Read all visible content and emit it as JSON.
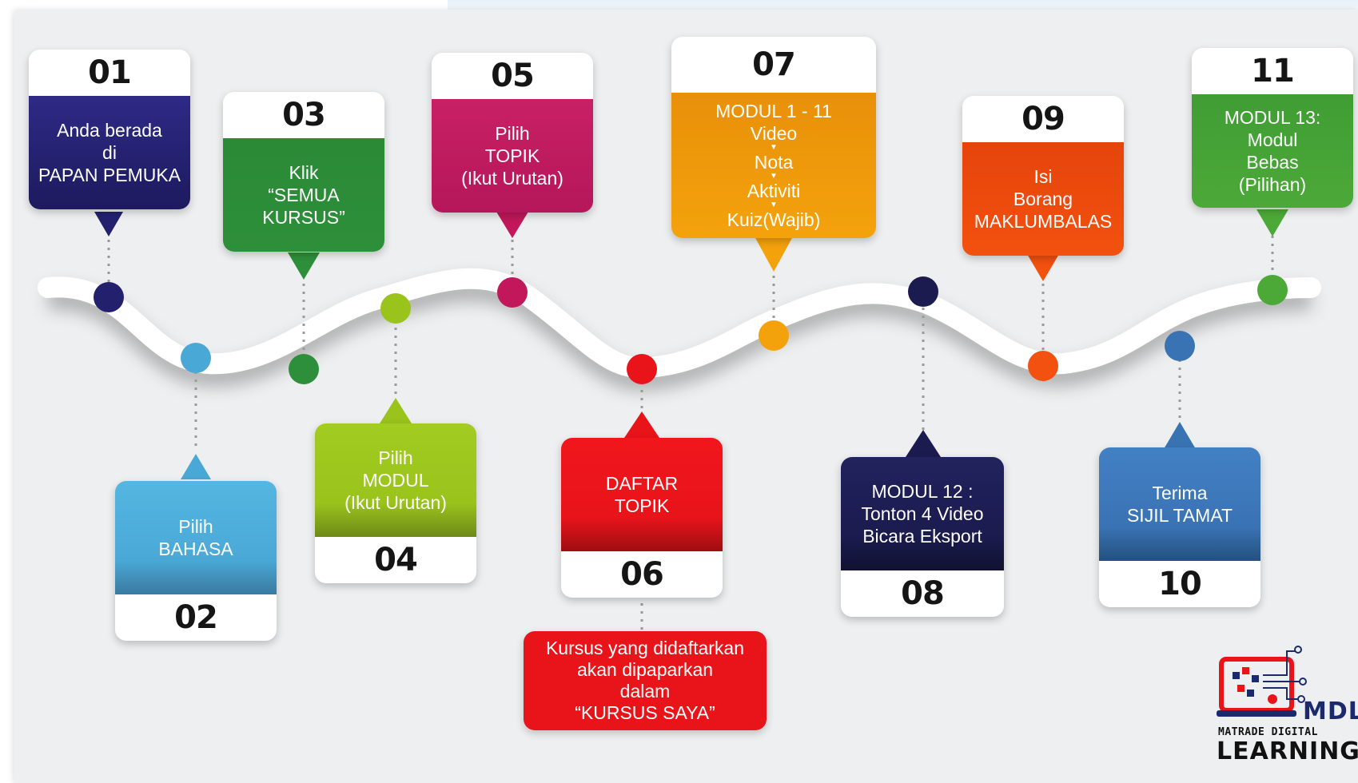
{
  "colors": {
    "navy": "#23206e",
    "sky": "#4aa8d6",
    "green": "#2e8f3b",
    "lime": "#9ac31c",
    "magenta": "#c2185b",
    "red": "#e8141a",
    "orange": "#f4a20c",
    "darknavy": "#1b1b4f",
    "redorange": "#f3510f",
    "steelblue": "#3a73b4",
    "leaf": "#4ca938"
  },
  "steps": [
    {
      "num": "01",
      "lines": [
        "Anda berada",
        "di",
        "PAPAN PEMUKA"
      ]
    },
    {
      "num": "02",
      "lines": [
        "Pilih",
        "BAHASA"
      ]
    },
    {
      "num": "03",
      "lines": [
        "Klik",
        "“SEMUA",
        "KURSUS”"
      ]
    },
    {
      "num": "04",
      "lines": [
        "Pilih",
        "MODUL",
        "(Ikut Urutan)"
      ]
    },
    {
      "num": "05",
      "lines": [
        "Pilih",
        "TOPIK",
        "(Ikut Urutan)"
      ]
    },
    {
      "num": "06",
      "lines": [
        "DAFTAR",
        "TOPIK"
      ]
    },
    {
      "num": "07",
      "lines": [
        "MODUL 1 - 11",
        "Video",
        "Nota",
        "Aktiviti",
        "Kuiz(Wajib)"
      ]
    },
    {
      "num": "08",
      "lines": [
        "MODUL 12 :",
        "Tonton 4 Video",
        "Bicara Eksport"
      ]
    },
    {
      "num": "09",
      "lines": [
        "Isi",
        "Borang",
        "MAKLUMBALAS"
      ]
    },
    {
      "num": "10",
      "lines": [
        "Terima",
        "SIJIL TAMAT"
      ]
    },
    {
      "num": "11",
      "lines": [
        "MODUL 13:",
        "Modul",
        "Bebas",
        "(Pilihan)"
      ]
    }
  ],
  "note": {
    "lines": [
      "Kursus yang didaftarkan",
      "akan dipaparkan",
      "dalam",
      "“KURSUS SAYA”"
    ]
  },
  "logo": {
    "mark": "MDL",
    "line1": "MATRADE DIGITAL",
    "line2": "LEARNING"
  }
}
